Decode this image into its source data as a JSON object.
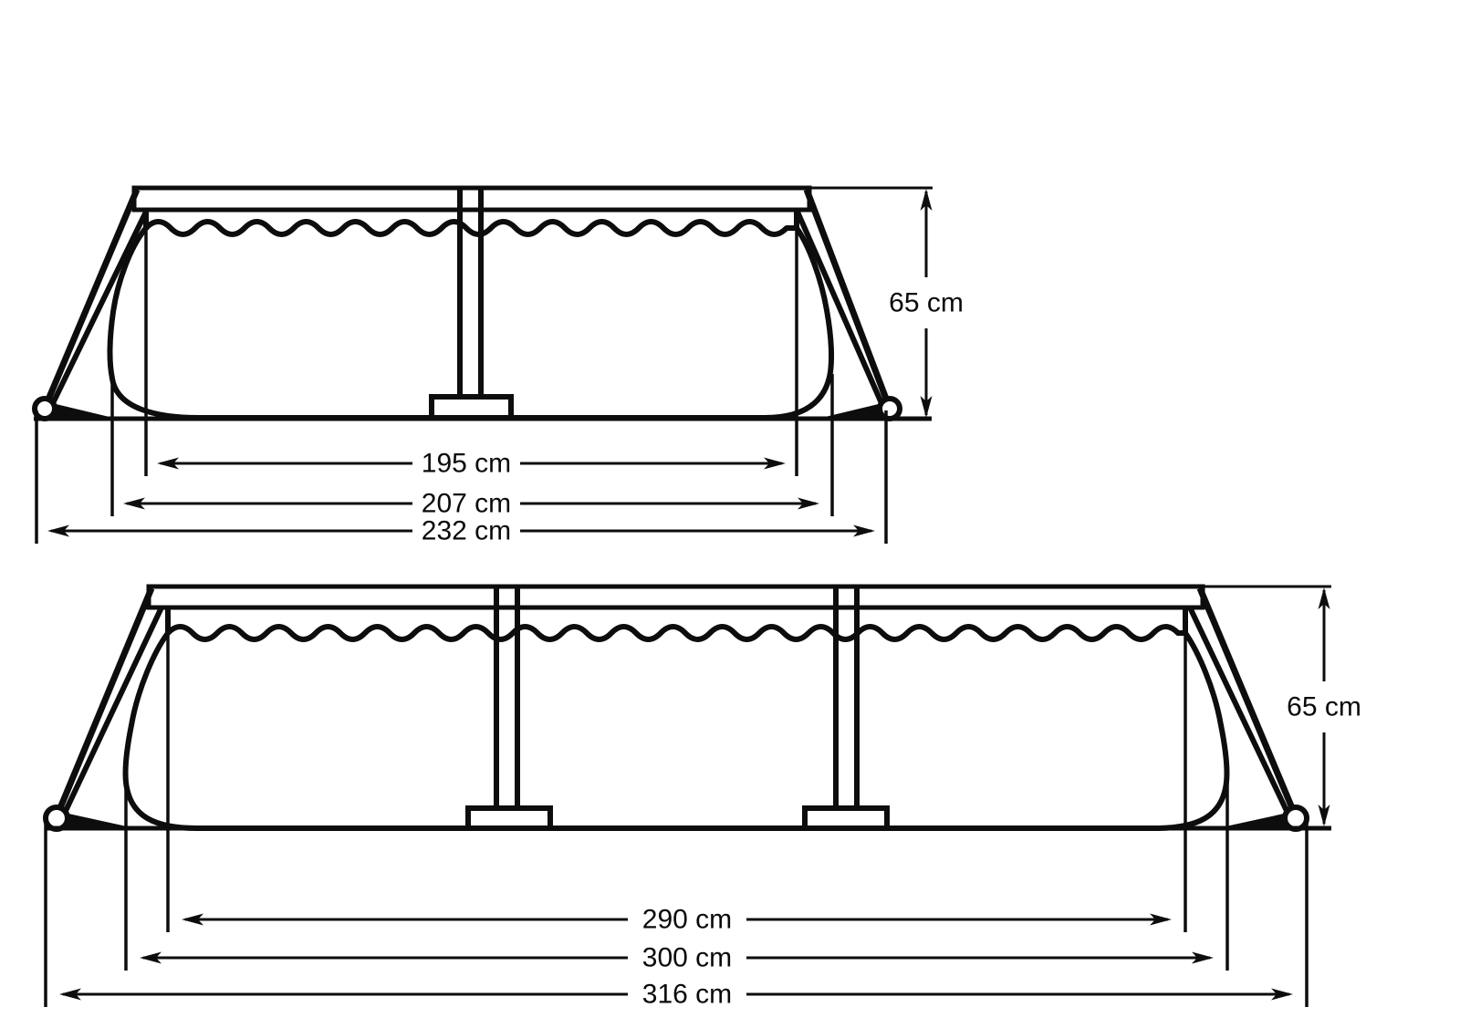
{
  "pools": [
    {
      "id": "small",
      "height": {
        "label": "65 cm"
      },
      "widths": [
        {
          "label": "195 cm"
        },
        {
          "label": "207 cm"
        },
        {
          "label": "232 cm"
        }
      ]
    },
    {
      "id": "large",
      "height": {
        "label": "65 cm"
      },
      "widths": [
        {
          "label": "290 cm"
        },
        {
          "label": "300 cm"
        },
        {
          "label": "316 cm"
        }
      ]
    }
  ],
  "colors": {
    "water": "#41b8ec",
    "outline": "#0d0d0d",
    "background": "#ffffff"
  }
}
